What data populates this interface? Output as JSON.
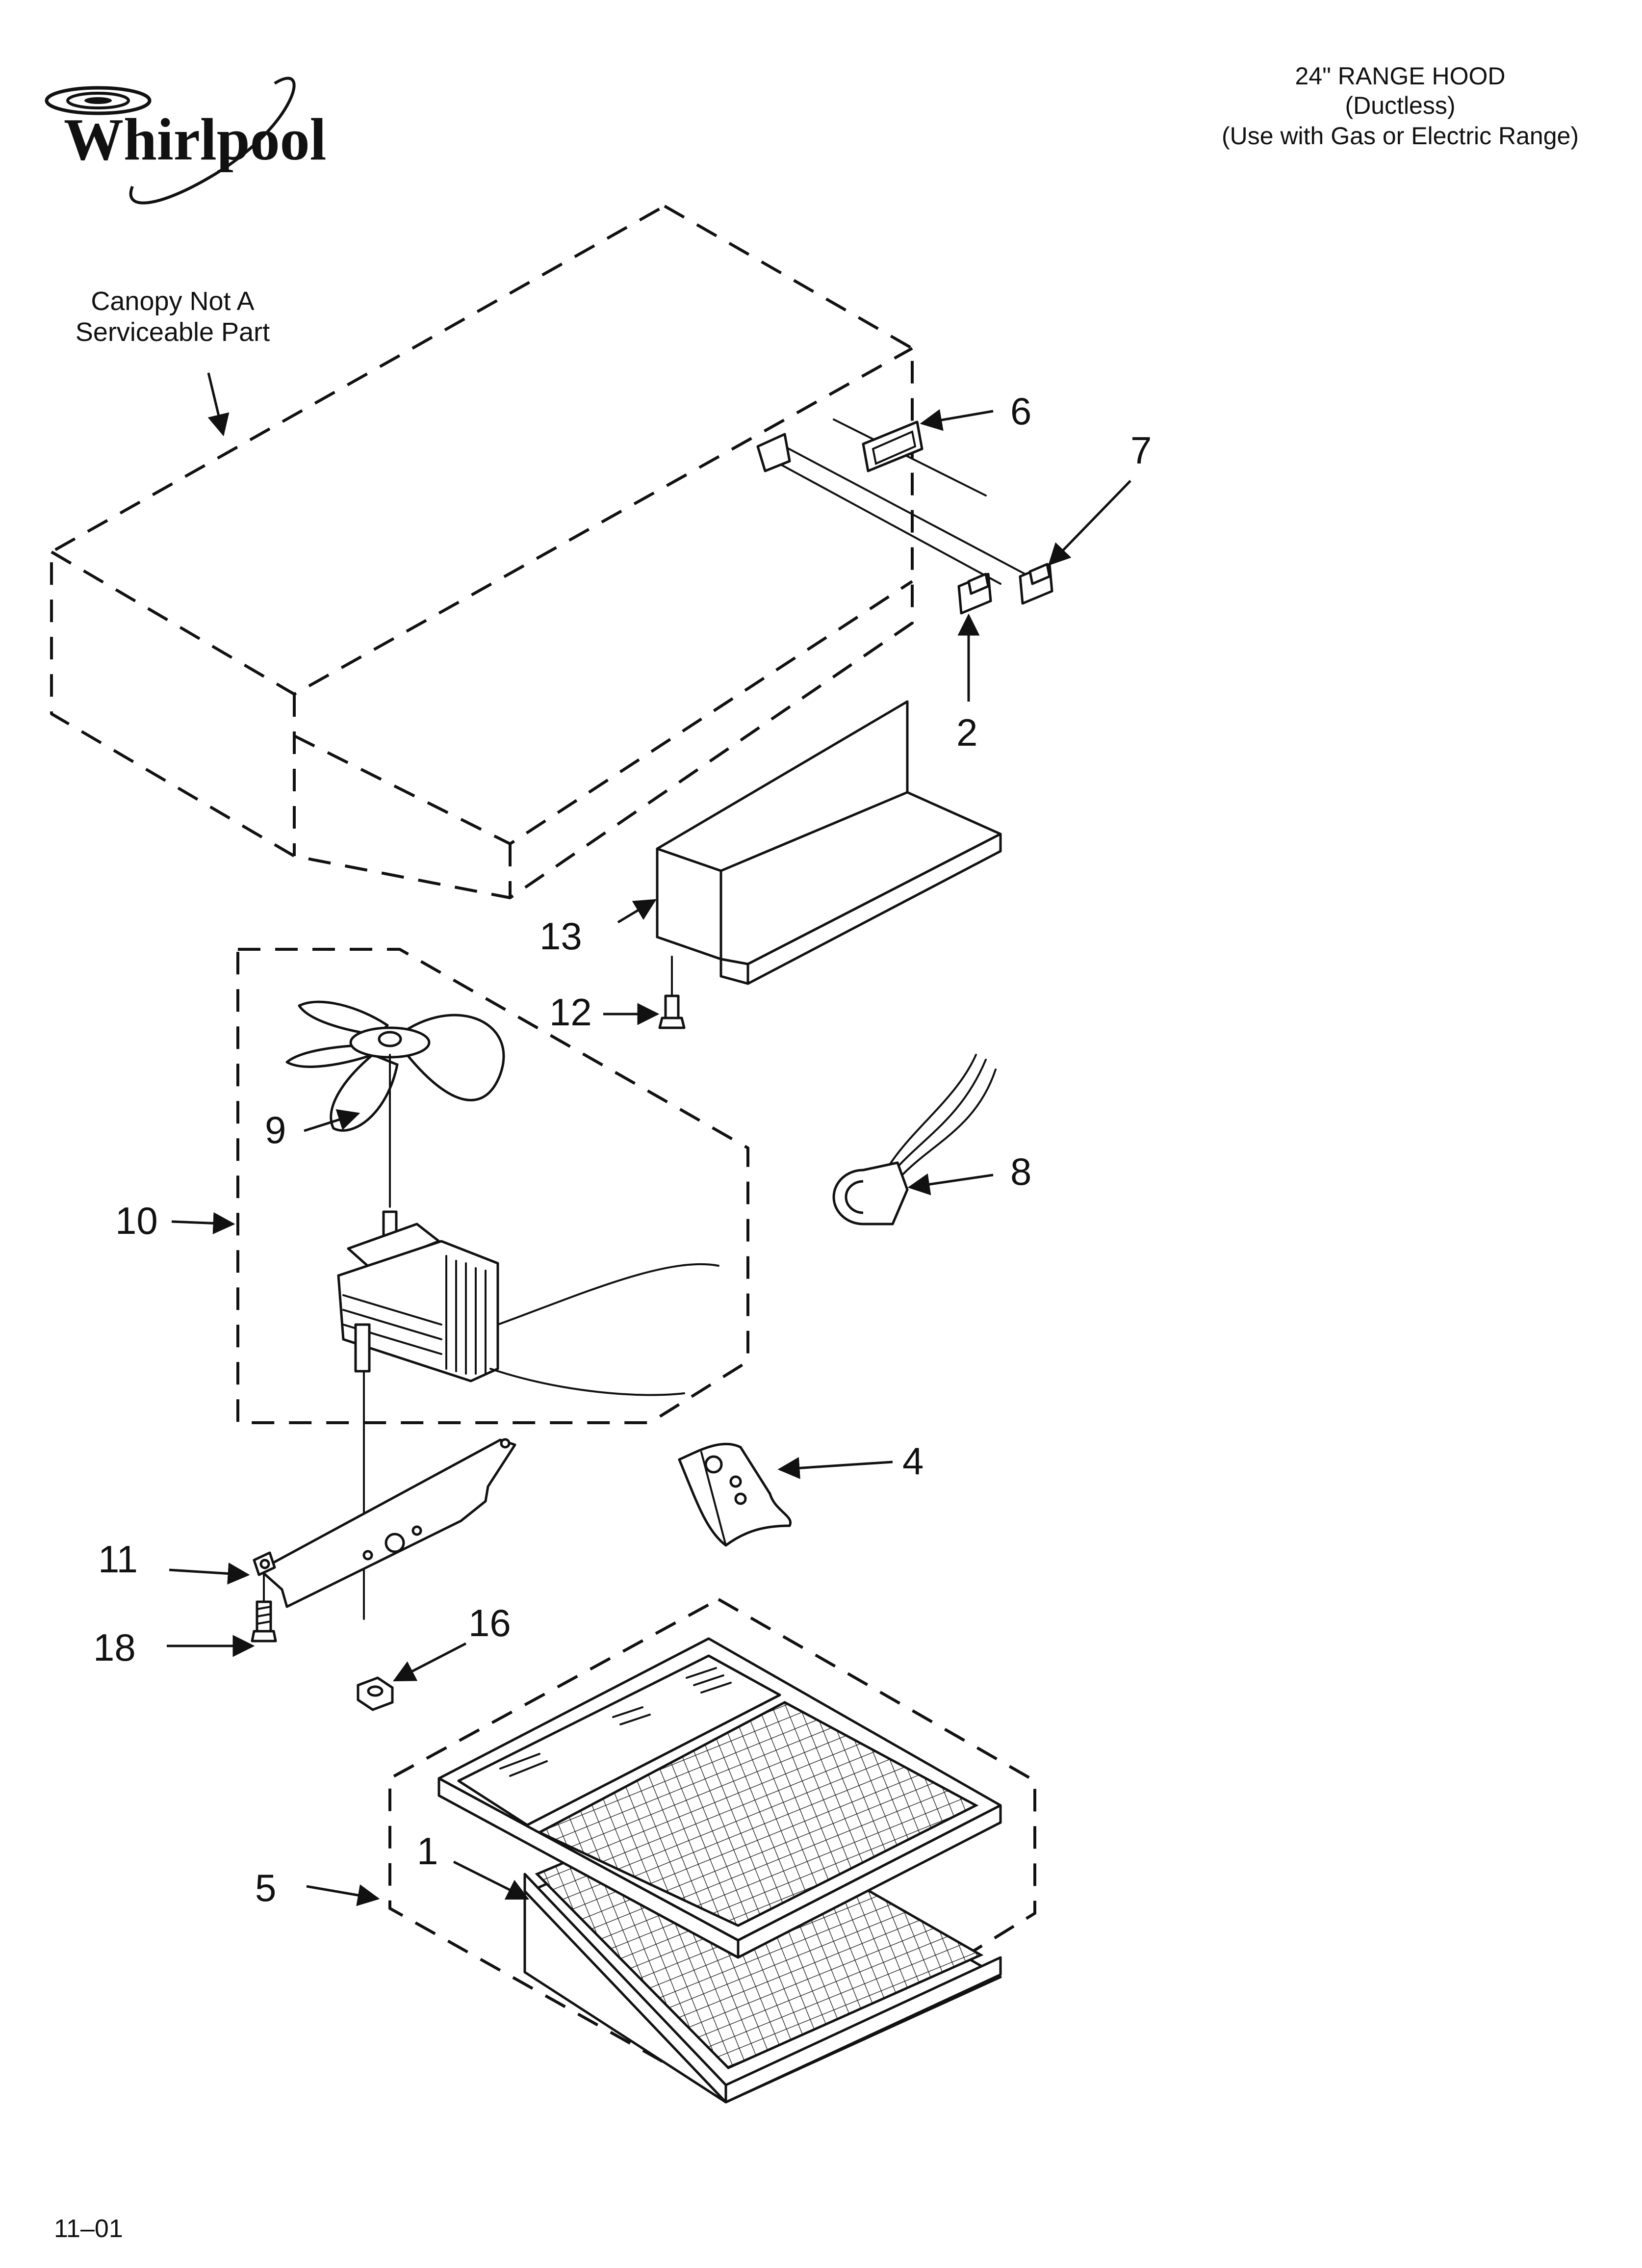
{
  "brand": {
    "logo_text": "Whirlpool"
  },
  "header": {
    "title": "24\" RANGE HOOD",
    "subtitle": "(Ductless)",
    "usage": "(Use with Gas or Electric Range)"
  },
  "canopy_note": {
    "line1": "Canopy Not A",
    "line2": "Serviceable Part"
  },
  "callouts": {
    "c1": "1",
    "c2": "2",
    "c4": "4",
    "c5": "5",
    "c6": "6",
    "c7": "7",
    "c8": "8",
    "c9": "9",
    "c10": "10",
    "c11": "11",
    "c12": "12",
    "c13": "13",
    "c16": "16",
    "c18": "18"
  },
  "footer": {
    "date_code": "11–01"
  }
}
